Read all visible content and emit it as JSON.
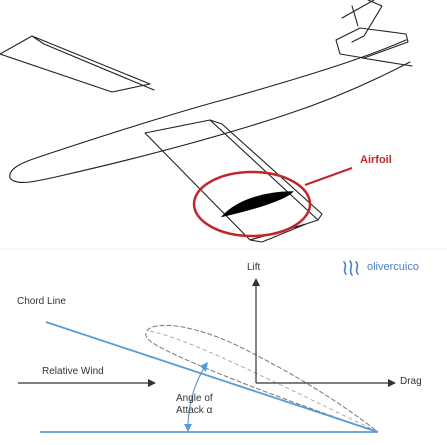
{
  "labels": {
    "airfoil": "Airfoil",
    "lift": "Lift",
    "drag": "Drag",
    "chord_line": "Chord Line",
    "relative_wind": "Relative Wind",
    "angle_line1": "Angle of",
    "angle_line2": "Attack α"
  },
  "brand": {
    "name": "olivercuico",
    "icon": "steem-logo-icon",
    "color": "#4b7ec7"
  },
  "colors": {
    "highlight": "#c0272d",
    "chord_line": "#5b9bd5",
    "outline": "#333333"
  }
}
